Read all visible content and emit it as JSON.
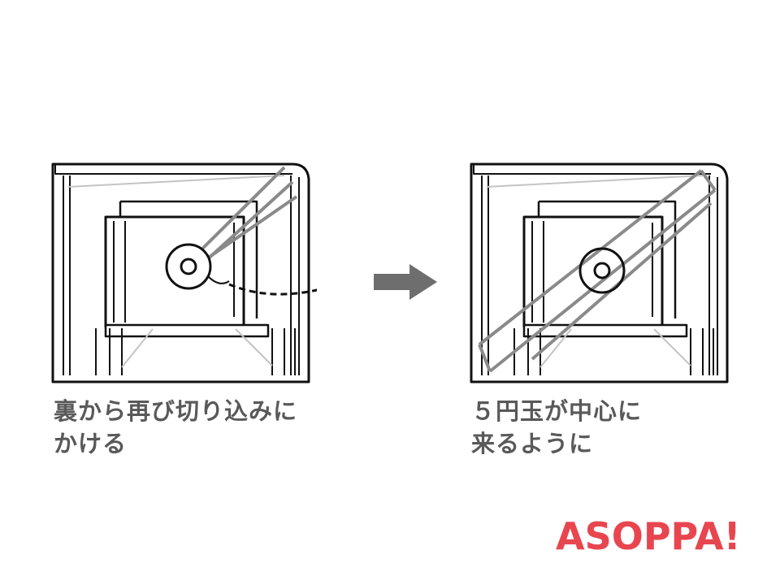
{
  "captions": {
    "left": [
      "裏から再び切り込みに",
      "かける"
    ],
    "right": [
      "５円玉が中心に",
      "来るように"
    ]
  },
  "logo": {
    "text": "ASOPPA!",
    "brand_color": "#e8464f"
  },
  "colors": {
    "line": "#111111",
    "gray": "#8a8a8a",
    "light": "#c4c4c4",
    "caption": "#595959",
    "arrow": "#6e6e6e"
  },
  "icons": {
    "step_arrow": "right-arrow",
    "rotate_arrow": "curved-arrow"
  }
}
